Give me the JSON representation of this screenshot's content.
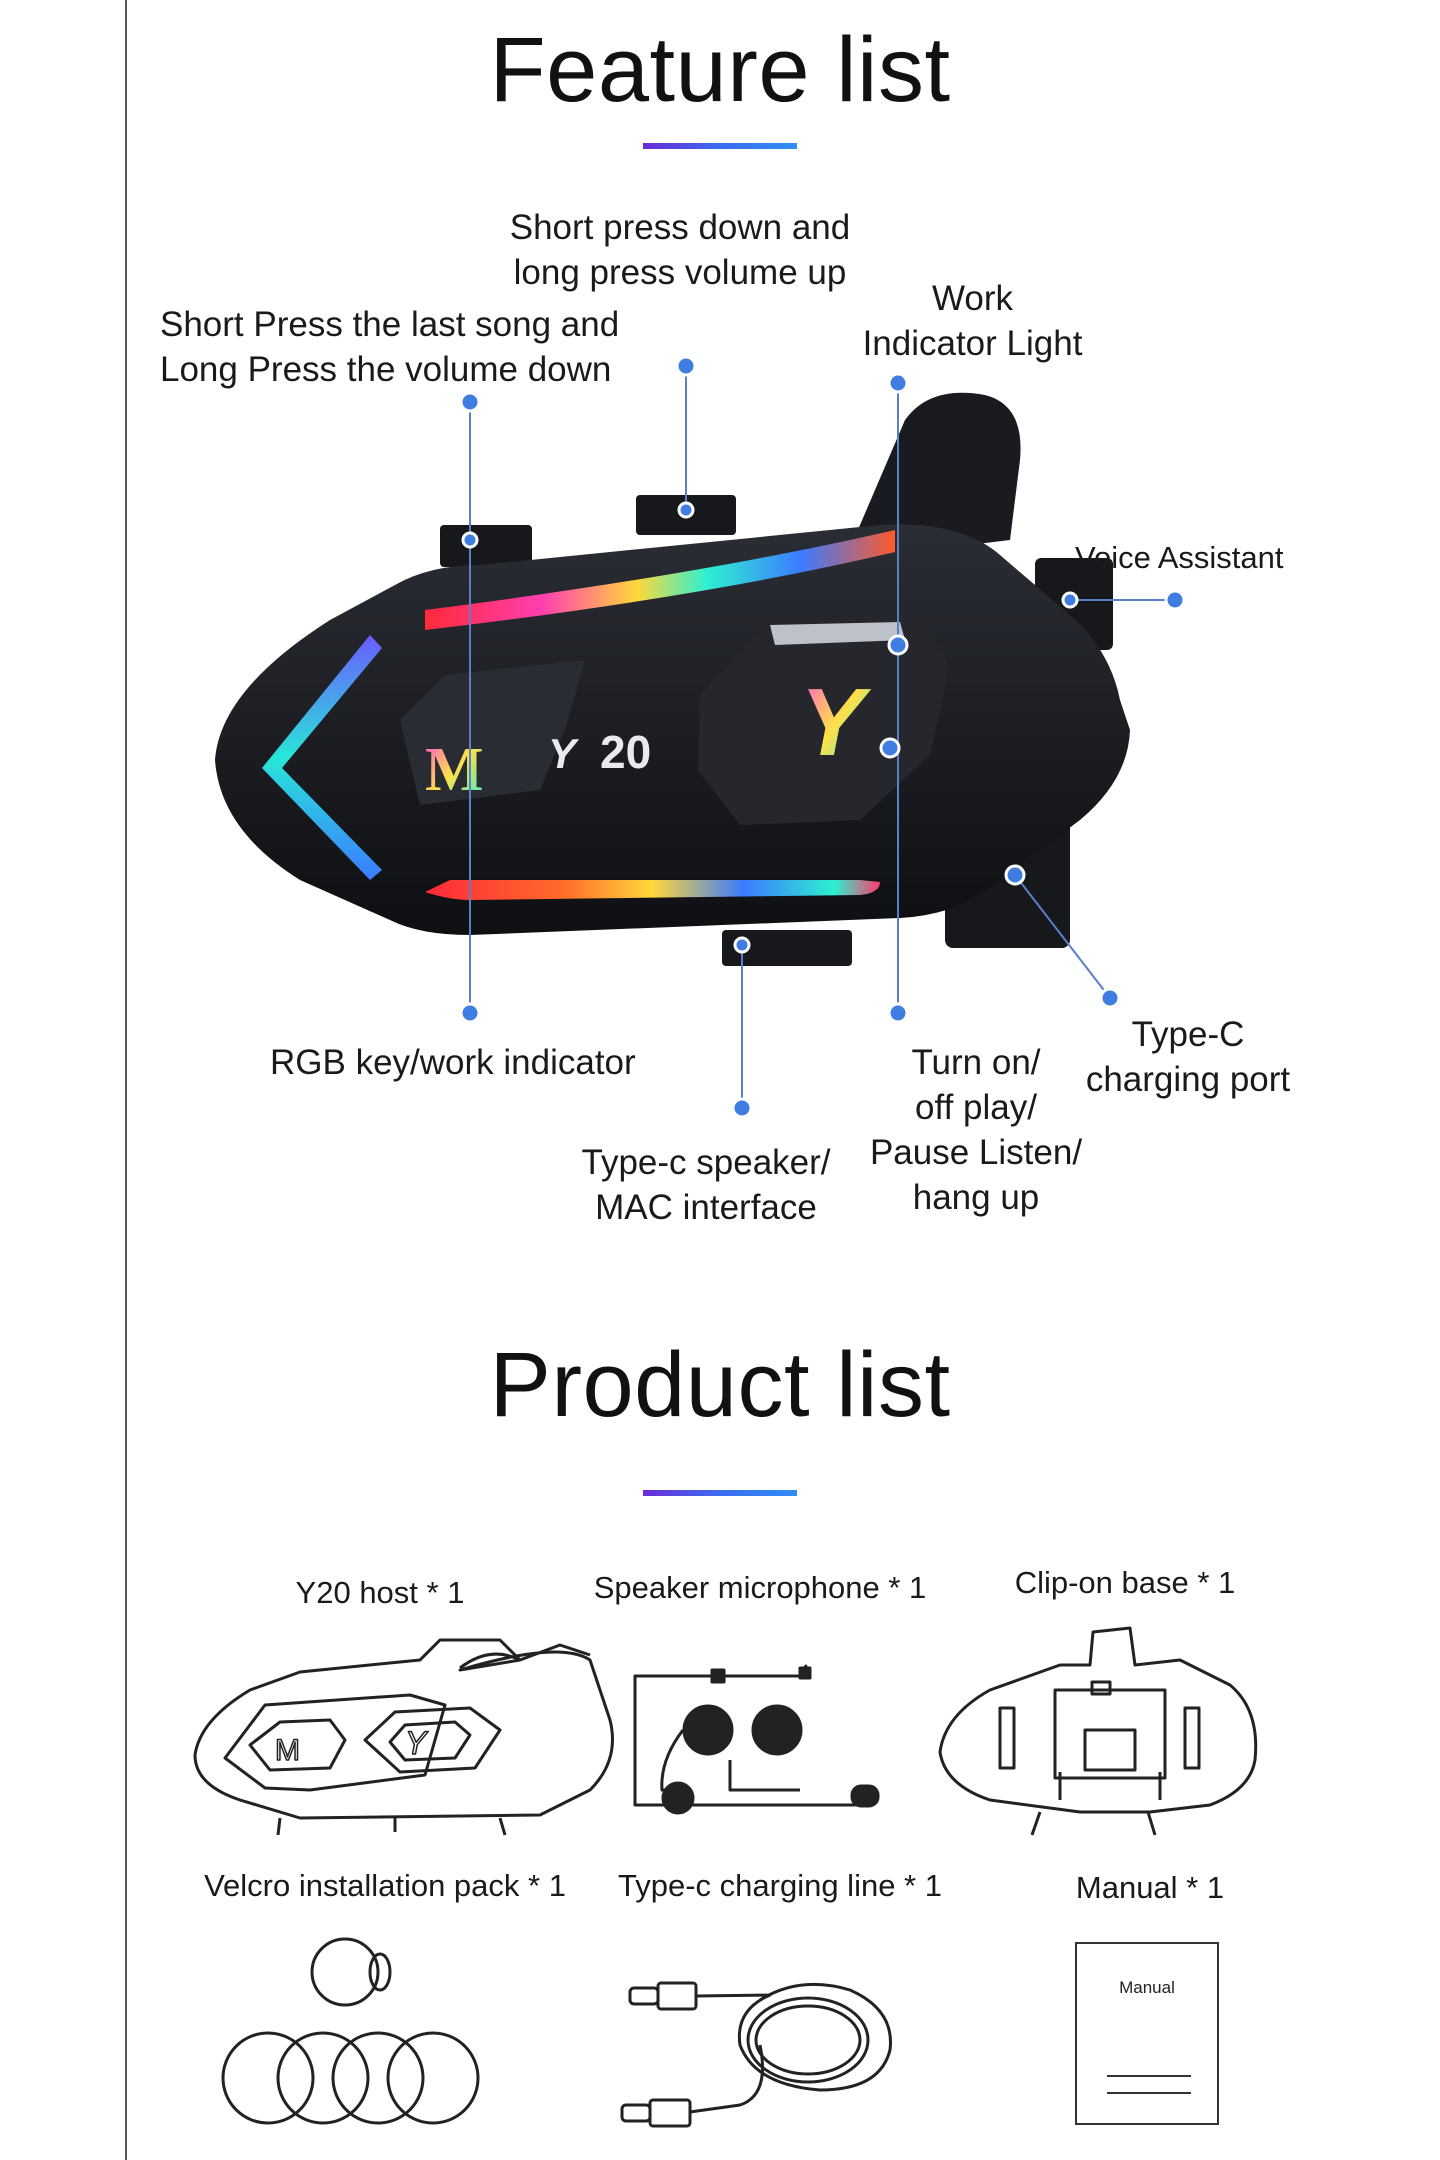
{
  "feature": {
    "title": "Feature list",
    "callouts": {
      "short_press_down_1": "Short press down and",
      "short_press_down_2": "long press volume up",
      "last_song_1": "Short Press the last song and",
      "last_song_2": "Long Press the volume down",
      "work_1": "Work",
      "work_2": "Indicator Light",
      "voice_assistant": "Voice Assistant",
      "typec_1": "Type-C",
      "typec_2": "charging port",
      "rgb": "RGB key/work indicator",
      "turn_on_1": "Turn on/",
      "turn_on_2": "off play/",
      "turn_on_3": "Pause Listen/",
      "turn_on_4": "hang up",
      "speaker_1": "Type-c speaker/",
      "speaker_2": "MAC interface"
    },
    "device": {
      "model_text": "20",
      "logo_left": "M",
      "logo_right": "Y"
    }
  },
  "product": {
    "title": "Product list",
    "items": [
      {
        "label": "Y20 host * 1"
      },
      {
        "label": "Speaker microphone * 1"
      },
      {
        "label": "Clip-on base * 1"
      },
      {
        "label": "Velcro installation pack * 1"
      },
      {
        "label": "Type-c charging line * 1"
      },
      {
        "label": "Manual * 1"
      }
    ],
    "manual_cover_text": "Manual"
  },
  "colors": {
    "accent_blue": "#3f7de0",
    "bar_start": "#6a2bd6",
    "bar_end": "#2f8ef5",
    "device_body": "#1b1d22"
  }
}
